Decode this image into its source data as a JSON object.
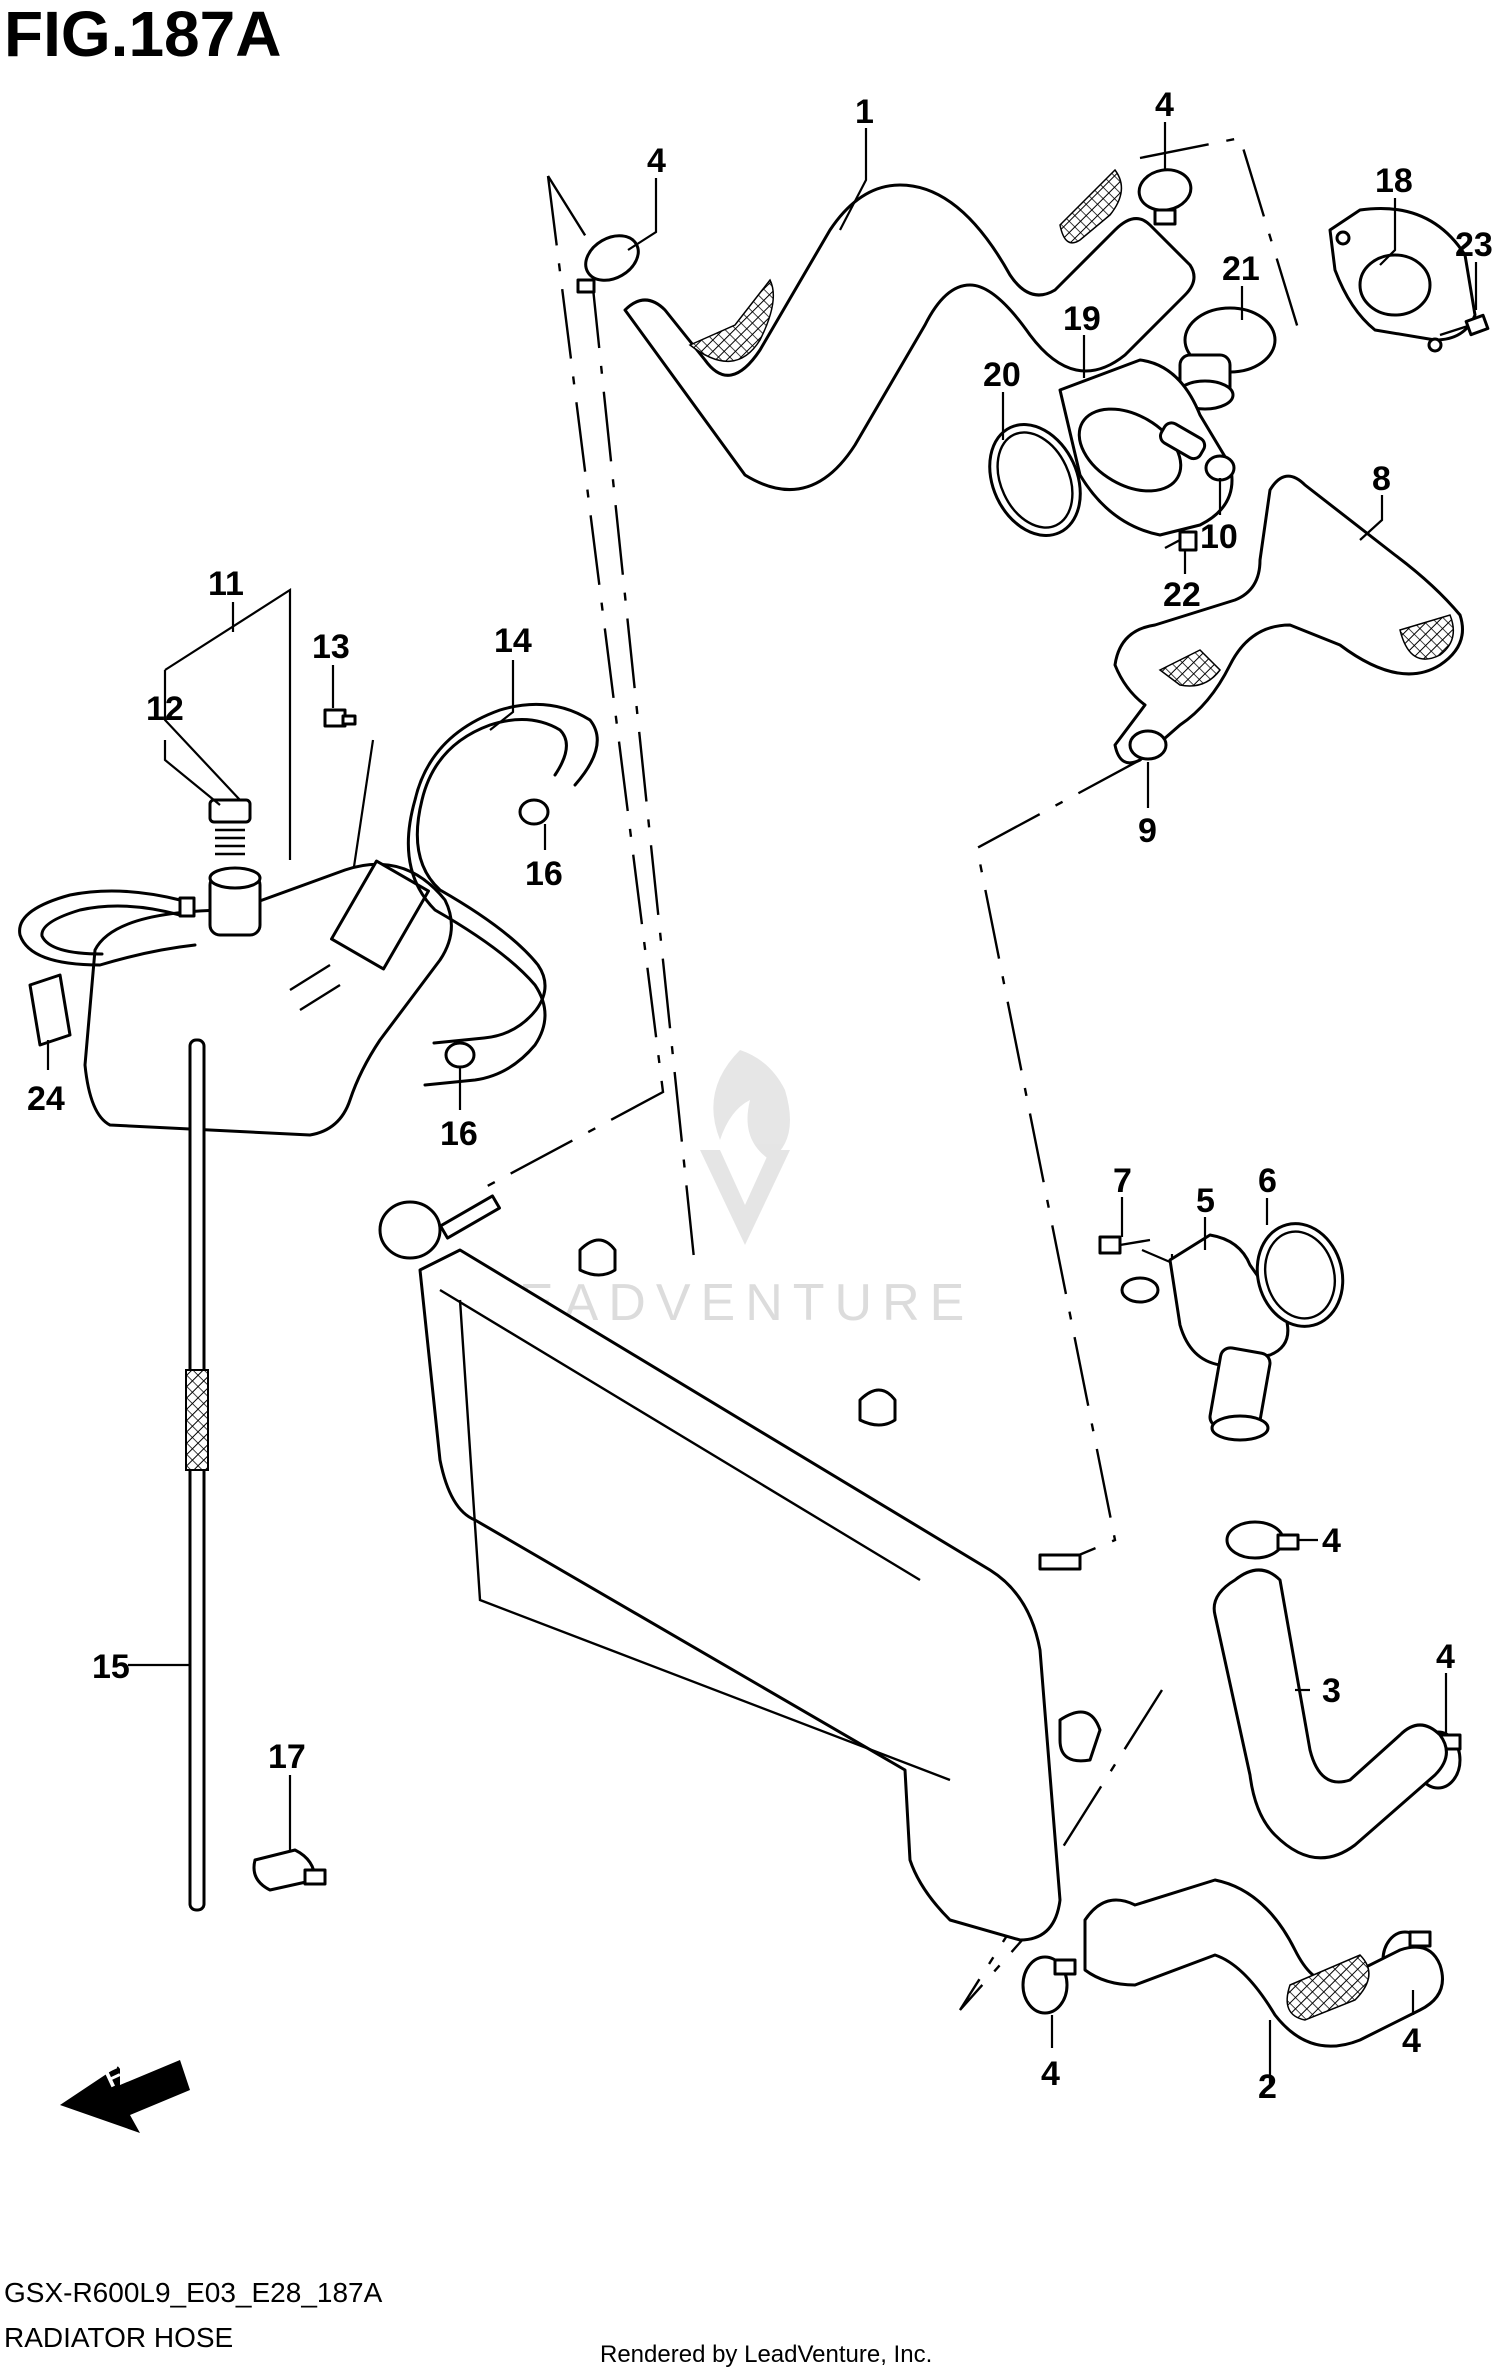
{
  "header": {
    "figure_title": "FIG.187A"
  },
  "watermark": {
    "brand": "LEADVENTURE"
  },
  "footer": {
    "model_code": "GSX-R600L9_E03_E28_187A",
    "section_name": "RADIATOR HOSE",
    "rendered_by": "Rendered by LeadVenture, Inc."
  },
  "fwd_badge": {
    "label": "FWD"
  },
  "callouts": {
    "c1": "1",
    "c2": "2",
    "c3": "3",
    "c4a": "4",
    "c4b": "4",
    "c4c": "4",
    "c4d": "4",
    "c4e": "4",
    "c4f": "4",
    "c5": "5",
    "c6": "6",
    "c7": "7",
    "c8": "8",
    "c9": "9",
    "c10": "10",
    "c11": "11",
    "c12": "12",
    "c13": "13",
    "c14": "14",
    "c15": "15",
    "c16a": "16",
    "c16b": "16",
    "c17": "17",
    "c18": "18",
    "c19": "19",
    "c20": "20",
    "c21": "21",
    "c22": "22",
    "c23": "23",
    "c24": "24"
  }
}
